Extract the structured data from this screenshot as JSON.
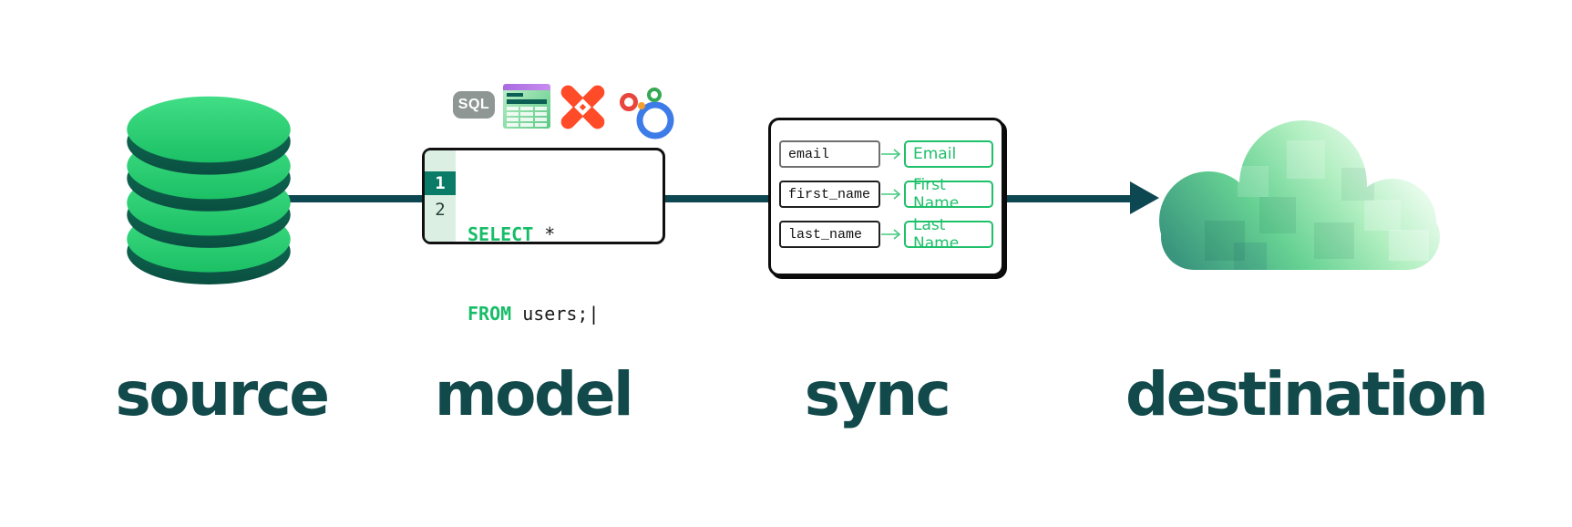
{
  "labels": {
    "source": "source",
    "model": "model",
    "sync": "sync",
    "destination": "destination"
  },
  "model": {
    "sql_badge": "SQL",
    "icons": [
      "sql-badge",
      "sheets-icon",
      "dbt-icon",
      "looker-icon"
    ],
    "code": {
      "line1": {
        "number": "1",
        "keyword": "SELECT",
        "rest": " *"
      },
      "line2": {
        "number": "2",
        "keyword": "FROM",
        "rest": " users;",
        "cursor": "|"
      }
    }
  },
  "sync": {
    "mappings": [
      {
        "source_field": "email",
        "dest_field": "Email"
      },
      {
        "source_field": "first_name",
        "dest_field": "First Name"
      },
      {
        "source_field": "last_name",
        "dest_field": "Last Name"
      }
    ]
  },
  "colors": {
    "connector": "#0d4752",
    "label_text": "#12494b",
    "keyword_green": "#17bd68",
    "mapping_green": "#1ec06a",
    "gutter_bg": "#dcefe3",
    "gutter_active_bg": "#097b66",
    "bright_green": "#27c96d",
    "dark_teal_rim": "#0d604e",
    "dbt_orange": "#ff4b27",
    "looker_blue": "#3d7ce8",
    "sheets_purple": "#b678e8",
    "sql_badge_gray": "#8e9794"
  }
}
